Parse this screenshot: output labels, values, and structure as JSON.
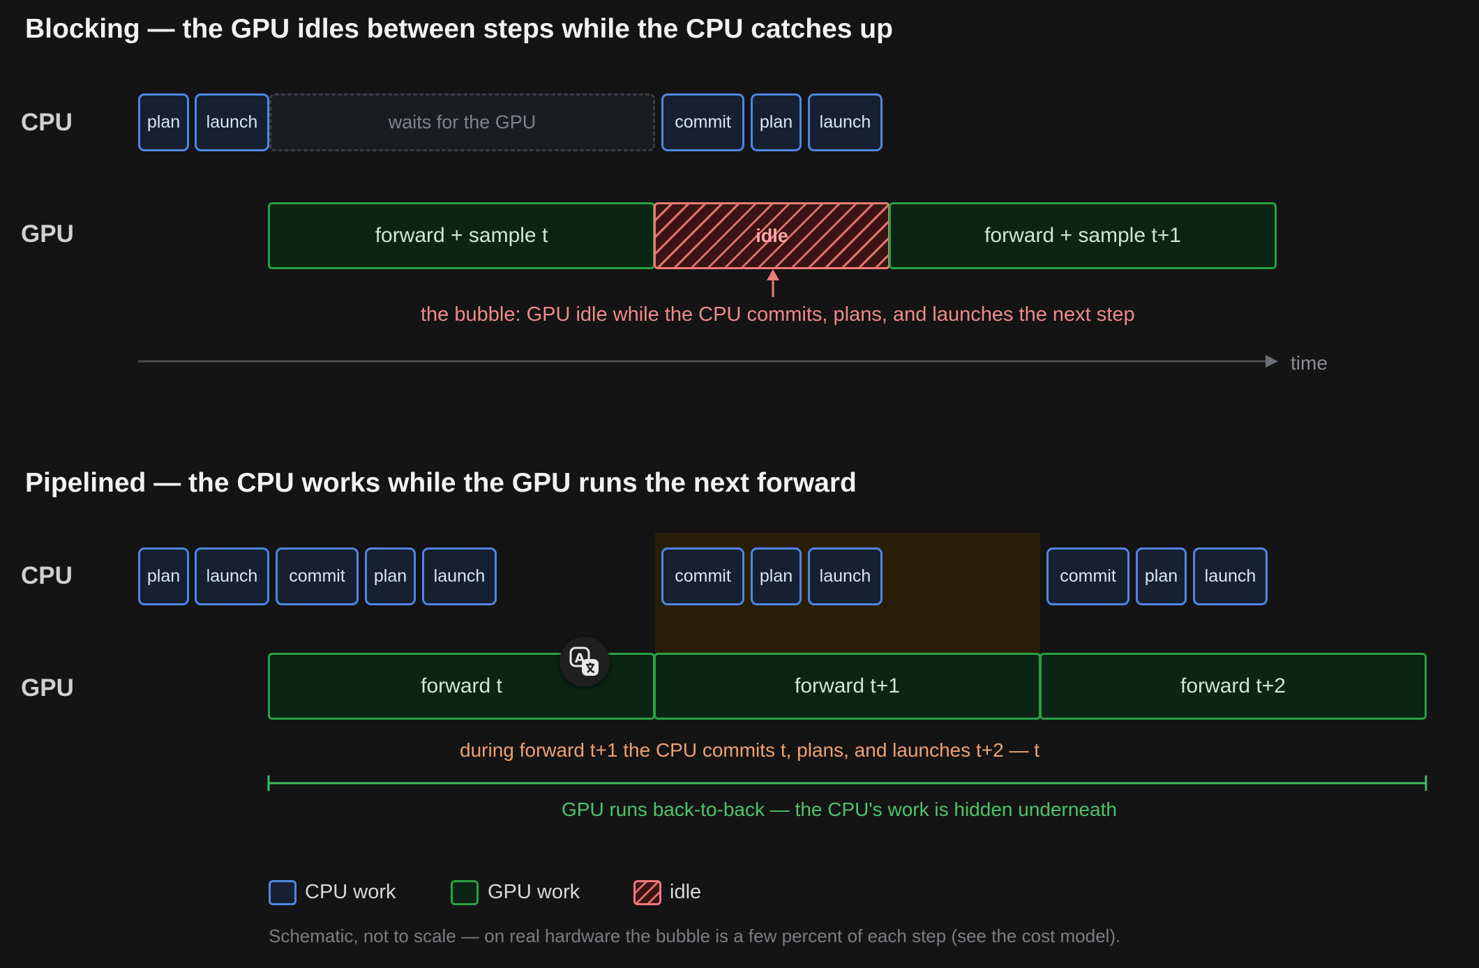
{
  "blocking": {
    "title": "Blocking — the GPU idles between steps while the CPU catches up",
    "cpu_label": "CPU",
    "gpu_label": "GPU",
    "cpu": {
      "plan1": "plan",
      "launch1": "launch",
      "waits": "waits for the GPU",
      "commit": "commit",
      "plan2": "plan",
      "launch2": "launch"
    },
    "gpu": {
      "fwd1": "forward + sample t",
      "idle": "idle",
      "fwd2": "forward + sample t+1"
    },
    "bubble_note": "the bubble: GPU idle while the CPU commits, plans, and launches the next step",
    "time_label": "time"
  },
  "pipelined": {
    "title": "Pipelined — the CPU works while the GPU runs the next forward",
    "cpu_label": "CPU",
    "gpu_label": "GPU",
    "cpu": {
      "g1": [
        "plan",
        "launch",
        "commit",
        "plan",
        "launch"
      ],
      "g2": [
        "commit",
        "plan",
        "launch"
      ],
      "g3": [
        "commit",
        "plan",
        "launch"
      ]
    },
    "gpu": {
      "fwd_t": "forward t",
      "fwd_t1": "forward t+1",
      "fwd_t2": "forward t+2"
    },
    "overlap_note": "during forward t+1 the CPU commits t, plans, and launches t+2 — t",
    "span_note": "GPU runs back-to-back — the CPU's work is hidden underneath"
  },
  "legend": {
    "cpu": "CPU work",
    "gpu": "GPU work",
    "idle": "idle"
  },
  "footnote": "Schematic, not to scale — on real hardware the bubble is a few percent of each step (see the cost model).",
  "icons": {
    "translate": "translate-icon"
  },
  "colors": {
    "cpu": "#4f86e4",
    "gpu": "#27a243",
    "idle": "#ef7a7a",
    "overlap": "#f0a070",
    "span": "#3fbf60"
  }
}
